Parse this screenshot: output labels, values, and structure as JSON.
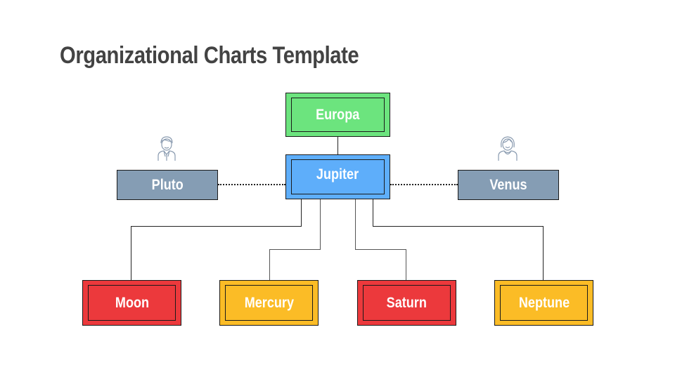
{
  "title": "Organizational Charts Template",
  "colors": {
    "green": "#6ce47e",
    "blue": "#5eaefa",
    "slate": "#859db4",
    "red": "#ec393c",
    "yellow": "#fbbc26",
    "title": "#434343"
  },
  "nodes": {
    "top": {
      "label": "Europa"
    },
    "center": {
      "label": "Jupiter"
    },
    "left_side": {
      "label": "Pluto",
      "icon": "man-avatar-icon"
    },
    "right_side": {
      "label": "Venus",
      "icon": "woman-avatar-icon"
    },
    "children": [
      {
        "label": "Moon"
      },
      {
        "label": "Mercury"
      },
      {
        "label": "Saturn"
      },
      {
        "label": "Neptune"
      }
    ]
  }
}
